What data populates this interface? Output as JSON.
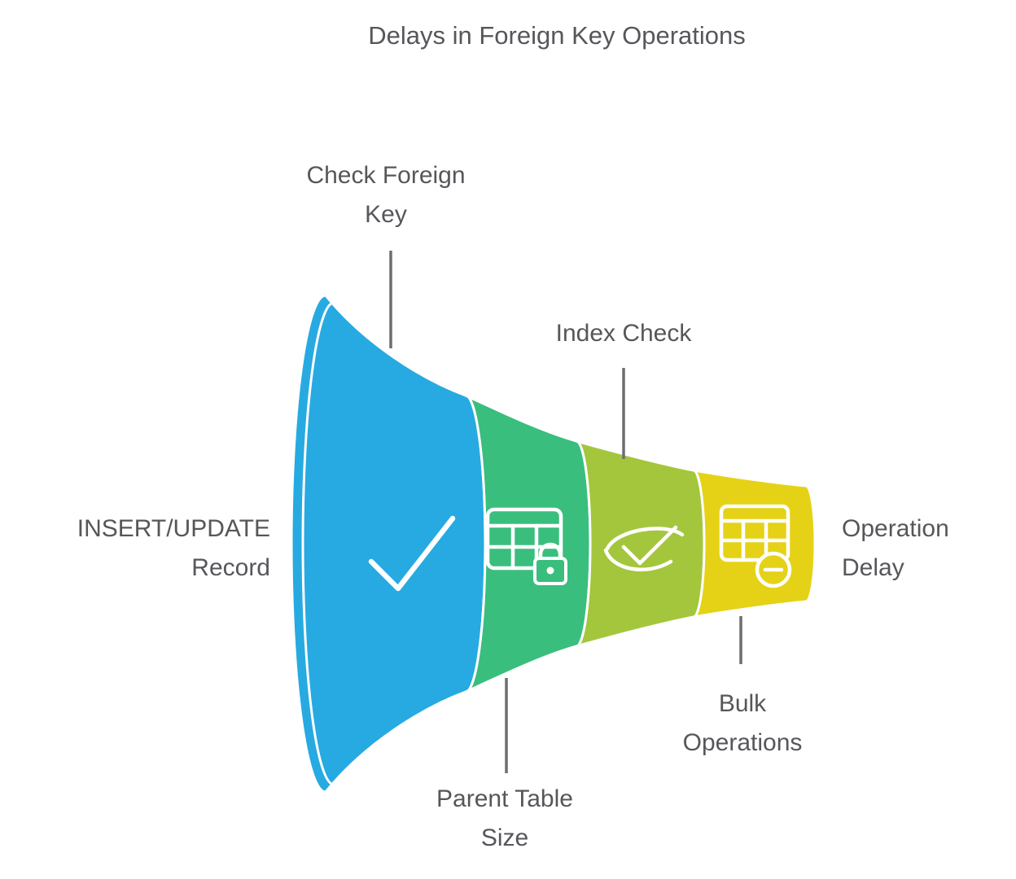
{
  "title": "Delays in Foreign Key Operations",
  "endpoints": {
    "input": "INSERT/UPDATE\nRecord",
    "output": "Operation\nDelay"
  },
  "stages": [
    {
      "label": "Check Foreign\nKey",
      "color": "#27AAE1",
      "icon": "checkmark-icon",
      "label_position": "top"
    },
    {
      "label": "Parent Table\nSize",
      "color": "#3ABE7D",
      "icon": "table-lock-icon",
      "label_position": "bottom"
    },
    {
      "label": "Index Check",
      "color": "#A4C63C",
      "icon": "eye-check-icon",
      "label_position": "top"
    },
    {
      "label": "Bulk\nOperations",
      "color": "#E5D216",
      "icon": "table-minus-icon",
      "label_position": "bottom"
    }
  ],
  "colors": {
    "text": "#56575B",
    "connector": "#6D6E71",
    "icon_stroke": "#FFFFFF",
    "background": "#FFFFFF"
  }
}
